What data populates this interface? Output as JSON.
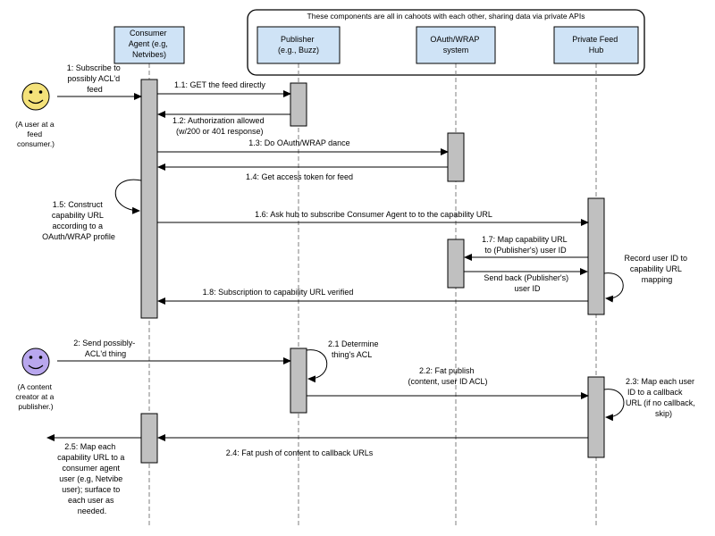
{
  "colors": {
    "header_fill": "#cfe3f6",
    "activation_fill": "#c0c0c0",
    "actor_yellow": "#f4e27a",
    "actor_purple": "#b9a7ee",
    "lifeline": "#7f7f7f"
  },
  "group_label": "These components are all in cahoots with each other, sharing data via private APIs",
  "participants": {
    "consumer": [
      "Consumer",
      "Agent (e.g,",
      "Netvibes)"
    ],
    "publisher": [
      "Publisher",
      "(e.g., Buzz)"
    ],
    "oauth": [
      "OAuth/WRAP",
      "system"
    ],
    "hub": [
      "Private Feed",
      "Hub"
    ]
  },
  "actors": {
    "user": {
      "icon": "smiley-face-icon",
      "caption": [
        "(A user at a",
        "feed",
        "consumer.)"
      ]
    },
    "creator": {
      "icon": "smiley-face-icon",
      "caption": [
        "(A content",
        "creator at a",
        "publisher.)"
      ]
    }
  },
  "messages": {
    "m1": [
      "1: Subscribe to",
      "possibly ACL'd",
      "feed"
    ],
    "m1_1": [
      "1.1: GET the feed directly"
    ],
    "m1_2": [
      "1.2: Authorization allowed",
      "(w/200 or 401 response)"
    ],
    "m1_3": [
      "1.3: Do OAuth/WRAP dance"
    ],
    "m1_4": [
      "1.4: Get access token for feed"
    ],
    "m1_5": [
      "1.5: Construct",
      "capability URL",
      "according to a",
      "OAuth/WRAP profile"
    ],
    "m1_6": [
      "1.6: Ask hub to subscribe Consumer Agent to to the capability URL"
    ],
    "m1_7": [
      "1.7: Map capability URL",
      "to (Publisher's) user ID"
    ],
    "m1_7_reply": [
      "Send back (Publisher's)",
      "user ID"
    ],
    "record": [
      "Record user ID to",
      "capability URL",
      "mapping"
    ],
    "m1_8": [
      "1.8: Subscription to capability URL verified"
    ],
    "m2": [
      "2: Send possibly-",
      "ACL'd thing"
    ],
    "m2_1": [
      "2.1 Determine",
      "thing's ACL"
    ],
    "m2_2": [
      "2.2: Fat publish",
      "(content, user ID ACL)"
    ],
    "m2_3": [
      "2.3: Map each user",
      "ID to a callback",
      "URL (if no callback,",
      "skip)"
    ],
    "m2_4": [
      "2.4: Fat push of content to callback URLs"
    ],
    "m2_5": [
      "2.5: Map each",
      "capability URL to a",
      "consumer agent",
      "user (e.g, Netvibe",
      "user); surface to",
      "each user as",
      "needed."
    ]
  }
}
